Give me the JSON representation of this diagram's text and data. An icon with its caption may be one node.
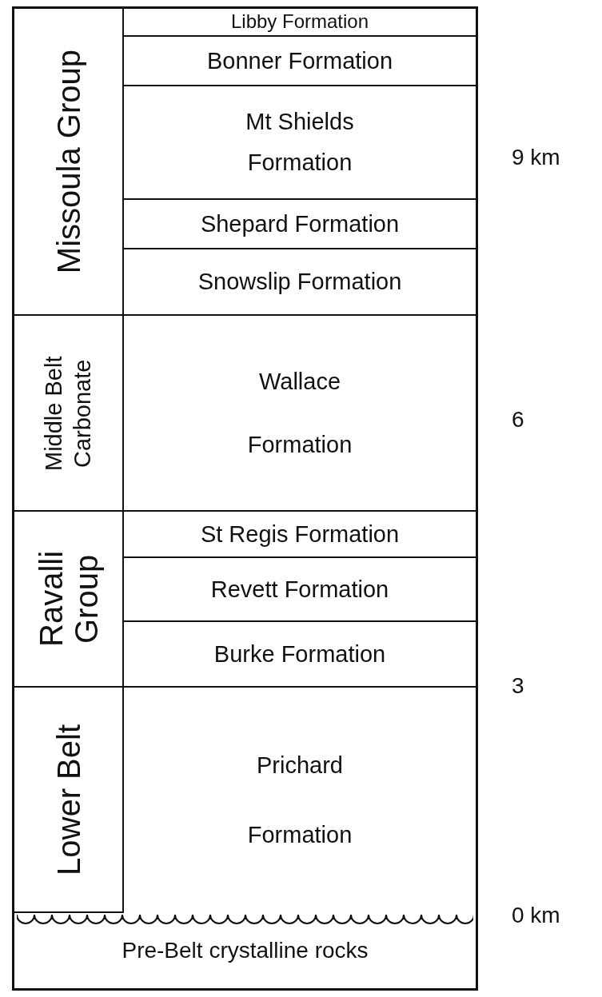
{
  "diagram": {
    "nodes": [
      {
        "text": [
          "Missoula Group"
        ]
      },
      {
        "text": [
          "Libby Formation"
        ]
      },
      {
        "text": [
          "Bonner Formation"
        ]
      },
      {
        "text": [
          "Mt Shields Formation"
        ]
      },
      {
        "text": [
          "Shepard Formation"
        ]
      },
      {
        "text": [
          "Snowslip Formation"
        ]
      },
      {
        "text": [
          "Middle Belt Carbonate"
        ]
      },
      {
        "text": [
          "Wallace Formation"
        ]
      },
      {
        "text": [
          "Ravalli Group"
        ]
      },
      {
        "text": [
          "St Regis Formation"
        ]
      },
      {
        "text": [
          "Revett Formation"
        ]
      },
      {
        "text": [
          "Burke Formation"
        ]
      },
      {
        "text": [
          "Lower Belt"
        ]
      },
      {
        "text": [
          "Prichard Formation"
        ]
      },
      {
        "text": [
          "Pre-Belt crystalline rocks"
        ]
      }
    ],
    "labels": [
      "9 km",
      "6",
      "3",
      "0 km"
    ]
  }
}
